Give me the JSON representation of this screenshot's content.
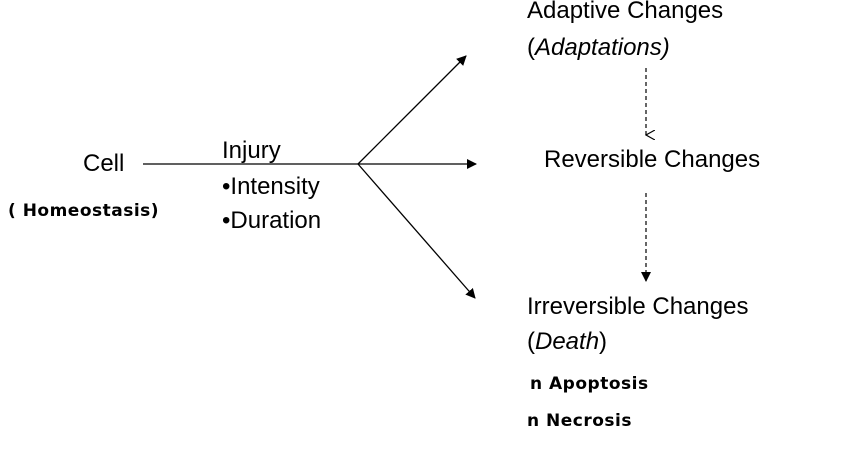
{
  "diagram": {
    "cell": "Cell",
    "homeostasis_note": "( Homeostasis)",
    "injury": {
      "title": "Injury",
      "factors": [
        "•Intensity",
        "•Duration"
      ]
    },
    "outcomes": {
      "adaptive": {
        "title": "Adaptive Changes",
        "sub_open": "(",
        "sub_italic": "Adaptations)",
        "sub_close": ""
      },
      "reversible": {
        "title": "Reversible Changes"
      },
      "irreversible": {
        "title": "Irreversible Changes",
        "sub_open": "(",
        "sub_italic": "Death",
        "sub_close": ")",
        "notes": [
          "n Apoptosis",
          "n Necrosis"
        ]
      }
    }
  }
}
